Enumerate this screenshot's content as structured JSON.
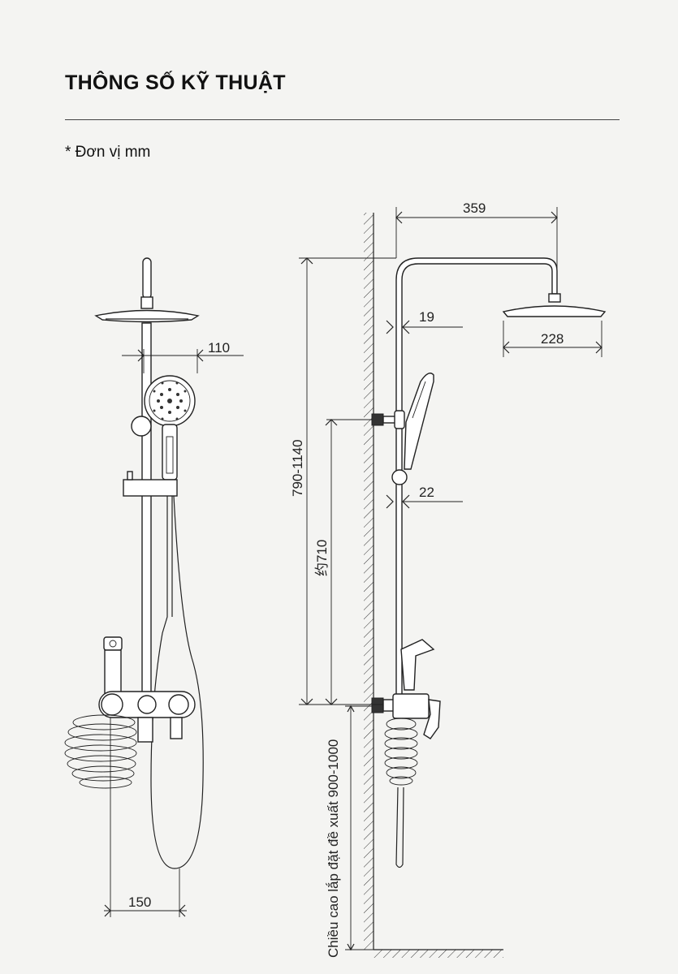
{
  "header": {
    "title": "THÔNG SỐ KỸ THUẬT",
    "unit_note": "* Đơn vị mm"
  },
  "front_view": {
    "dim_handshower_width": "110",
    "dim_mixer_to_hose": "150"
  },
  "side_view": {
    "dim_arm_reach": "359",
    "dim_head_diameter": "228",
    "dim_pipe_upper": "19",
    "dim_pipe_lower": "22",
    "dim_total_height": "790-1140",
    "dim_holder_height": "约710",
    "install_height_label": "Chiều cao lắp đặt đề xuất 900-1000"
  },
  "colors": {
    "background": "#f4f4f2",
    "line": "#222222"
  }
}
